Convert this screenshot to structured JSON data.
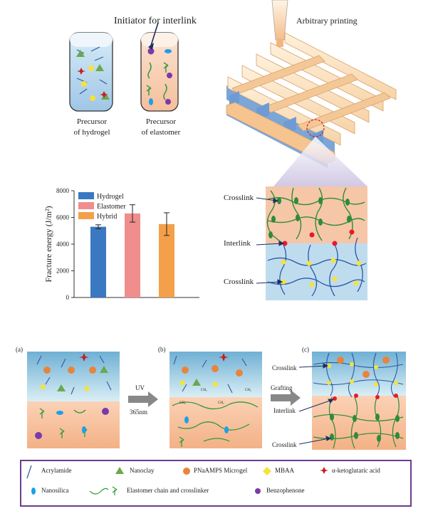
{
  "top": {
    "initiator_label": "Initiator for interlink",
    "arbitrary_printing": "Arbitrary printing",
    "precursor_hydrogel": [
      "Precursor",
      "of hydrogel"
    ],
    "precursor_elastomer": [
      "Precursor",
      "of elastomer"
    ],
    "crosslink_top": "Crosslink",
    "interlink": "Interlink",
    "crosslink_bottom": "Crosslink"
  },
  "chart_data": {
    "type": "bar",
    "categories": [
      "Hydrogel",
      "Elastomer",
      "Hybrid"
    ],
    "values": [
      5300,
      6300,
      5500
    ],
    "errors": [
      150,
      650,
      850
    ],
    "colors": [
      "#3a78c2",
      "#f08e8e",
      "#f4a04a"
    ],
    "ylabel": "Fracture energy (J/m²)",
    "ylim": [
      0,
      8000
    ],
    "yticks": [
      "0",
      "2000",
      "4000",
      "6000",
      "8000"
    ],
    "legend": [
      "Hydrogel",
      "Elastomer",
      "Hybrid"
    ],
    "legend_position": "top-left"
  },
  "bottom": {
    "panel_a": "(a)",
    "panel_b": "(b)",
    "panel_c": "(c)",
    "uv": "UV",
    "uv_nm": "365nm",
    "grafting": "Grafting",
    "ch2": "CH₂",
    "c_crosslink_top": "Crosslink",
    "c_interlink": "Interlink",
    "c_crosslink_bottom": "Crosslink"
  },
  "legend": {
    "acrylamide": "Acrylamide",
    "nanoclay": "Nanoclay",
    "microgel": "PNaAMPS Microgel",
    "mbaa": "MBAA",
    "ketoglutaric": "α-ketoglutaric acid",
    "nanosilica": "Nanosilica",
    "elastomer_chain": "Elastomer  chain and crosslinker",
    "benzophenone": "Benzophenone"
  }
}
